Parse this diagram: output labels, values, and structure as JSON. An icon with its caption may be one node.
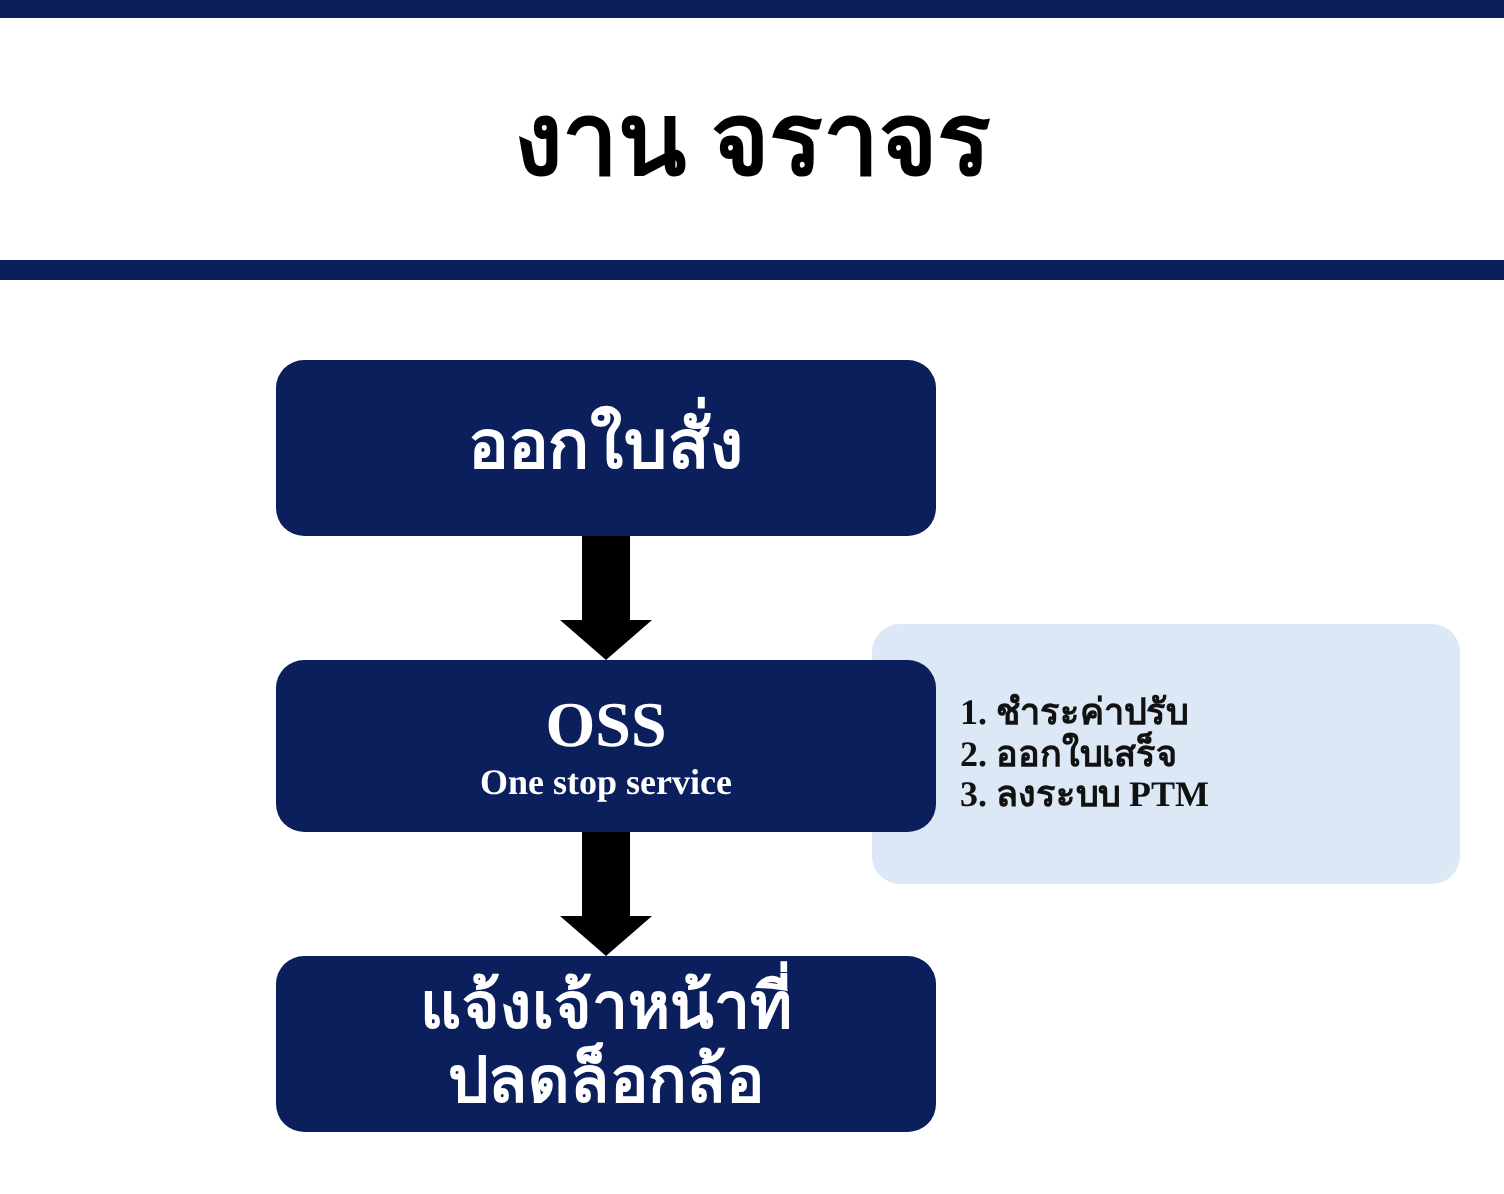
{
  "diagram": {
    "title": "งาน จราจร",
    "nodes": [
      {
        "text": [
          "ออกใบสั่ง"
        ]
      },
      {
        "text": [
          "OSS",
          "One stop service"
        ]
      },
      {
        "text": [
          "แจ้งเจ้าหน้าที่ปลดล็อกล้อ"
        ]
      },
      {
        "text": [
          "1. ชำระค่าปรับ",
          "2. ออกใบเสร็จ",
          "3. ลงระบบ PTM"
        ]
      }
    ],
    "edges": [
      {
        "from": 0,
        "to": 1,
        "arrow": "to"
      },
      {
        "from": 1,
        "to": 2,
        "arrow": "to"
      }
    ]
  }
}
